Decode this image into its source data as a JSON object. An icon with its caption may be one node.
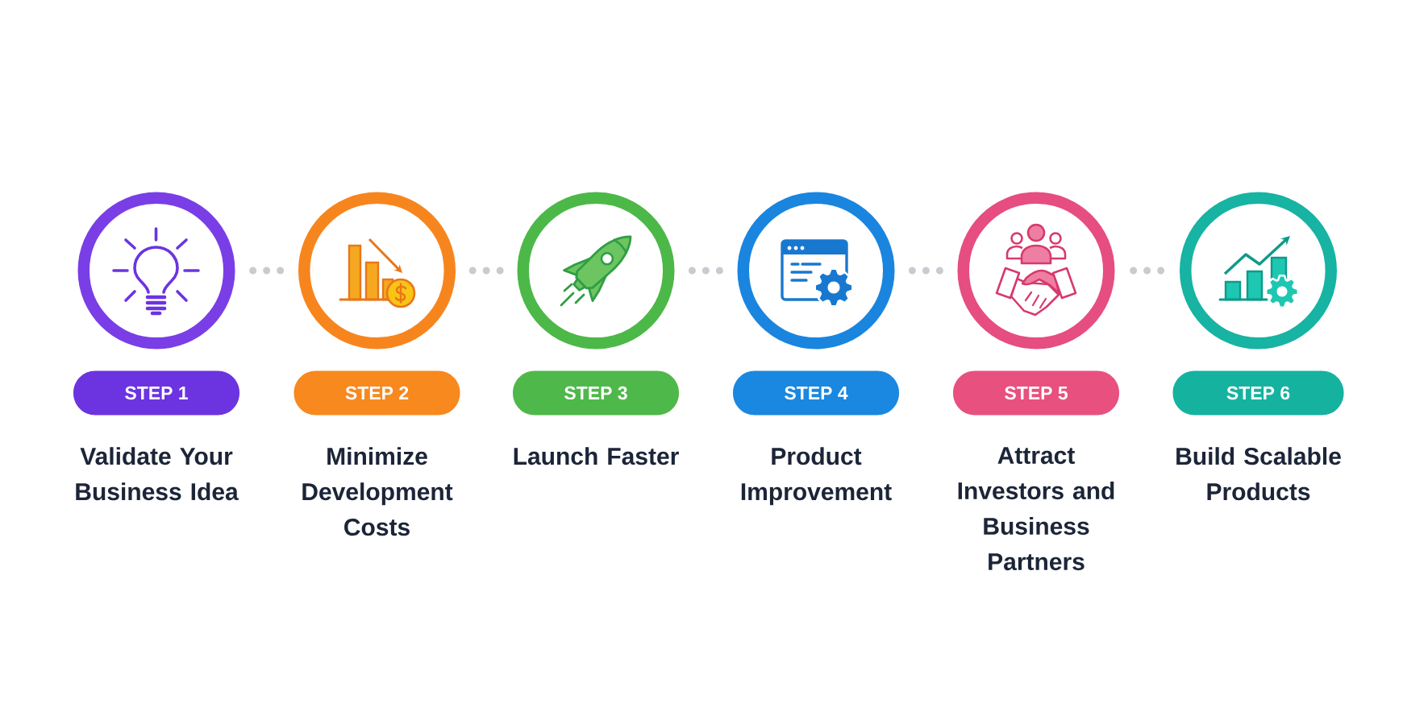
{
  "diagram": {
    "nodes": [
      {
        "text": [],
        "shape": "circle"
      },
      {
        "text": [],
        "shape": "circle"
      },
      {
        "text": [],
        "shape": "circle"
      },
      {
        "text": [],
        "shape": "circle"
      },
      {
        "text": [],
        "shape": "circle"
      },
      {
        "text": [],
        "shape": "circle"
      },
      {
        "text": [
          "STEP 1"
        ],
        "beside": [
          "Validate Your Business Idea"
        ]
      },
      {
        "text": [
          "STEP 2"
        ],
        "beside": [
          "Minimize Development Costs"
        ]
      },
      {
        "text": [
          "STEP 3"
        ],
        "beside": [
          "Launch Faster"
        ]
      },
      {
        "text": [
          "STEP 4"
        ],
        "beside": [
          "Product Improvement"
        ]
      },
      {
        "text": [
          "STEP 5"
        ],
        "beside": [
          "Attract Investors and Business Partners"
        ]
      },
      {
        "text": [
          "STEP 6"
        ],
        "beside": [
          "Build Scalable Products"
        ]
      }
    ],
    "edges": [
      {
        "from": 0,
        "to": 1,
        "arrow": "none"
      },
      {
        "from": 1,
        "to": 2,
        "arrow": "none"
      },
      {
        "from": 2,
        "to": 3,
        "arrow": "none"
      },
      {
        "from": 3,
        "to": 4,
        "arrow": "none"
      },
      {
        "from": 4,
        "to": 5,
        "arrow": "none"
      }
    ]
  }
}
